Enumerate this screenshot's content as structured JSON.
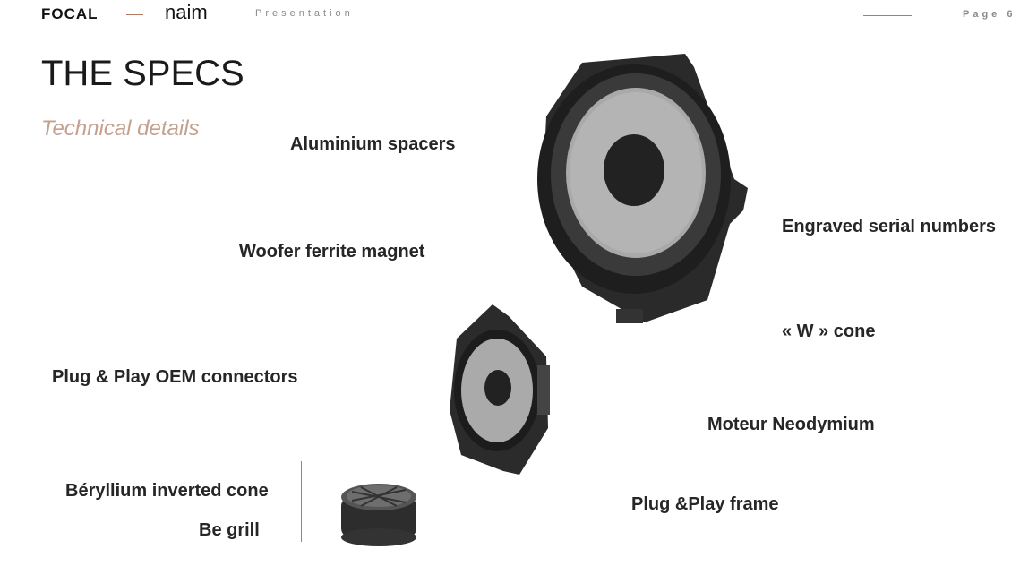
{
  "header": {
    "brand1": "FOCAL",
    "brand2": "naim",
    "section": "Presentation",
    "page": "Page 6"
  },
  "title": "THE SPECS",
  "subtitle": "Technical details",
  "features": [
    "Aluminium spacers",
    "Engraved serial numbers",
    "Woofer ferrite magnet",
    "« W » cone",
    "Plug & Play OEM connectors",
    "Moteur Neodymium",
    "Béryllium inverted cone",
    "Plug &Play frame",
    "Be grill"
  ],
  "colors": {
    "accent": "#b47a62",
    "subtitle": "#c4a08e"
  }
}
